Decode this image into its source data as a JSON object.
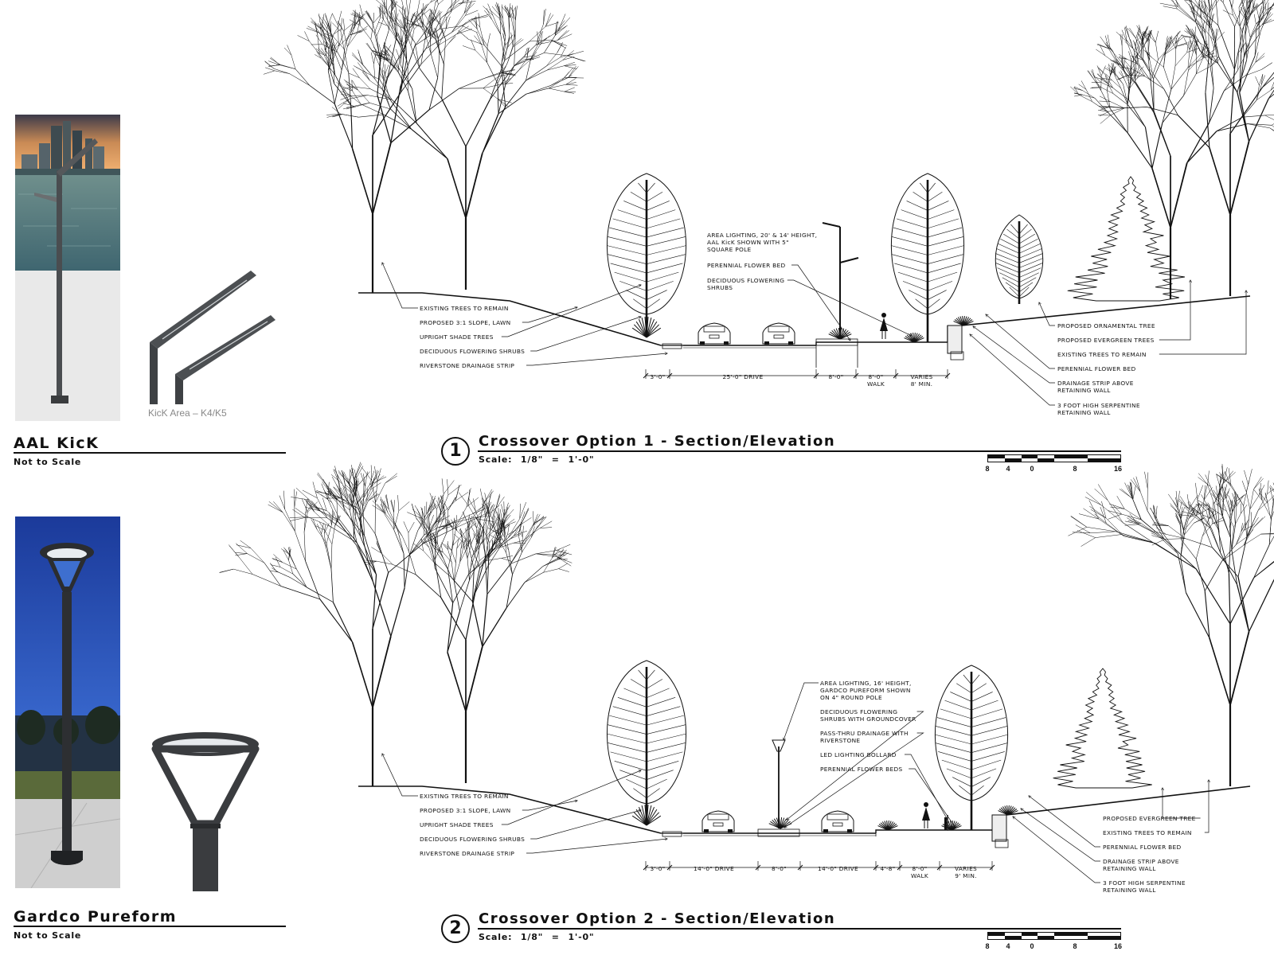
{
  "fixtures": [
    {
      "name": "AAL KicK",
      "scale_note": "Not to Scale",
      "caption": "KicK Area – K4/K5"
    },
    {
      "name": "Gardco Pureform",
      "scale_note": "Not to Scale"
    }
  ],
  "sections": [
    {
      "number": "1",
      "title": "Crossover Option 1 - Section/Elevation",
      "scale": "Scale:  1/8\" = 1'-0\"",
      "scalebar_labels": [
        "8",
        "4",
        "0",
        "8",
        "16"
      ],
      "left_notes": [
        "EXISTING TREES TO REMAIN",
        "PROPOSED 3:1 SLOPE, LAWN",
        "UPRIGHT SHADE TREES",
        "DECIDUOUS FLOWERING SHRUBS",
        "RIVERSTONE DRAINAGE STRIP"
      ],
      "center_notes": [
        [
          "AREA LIGHTING, 20' & 14' HEIGHT,",
          "AAL KicK SHOWN WITH 5\"",
          "SQUARE POLE"
        ],
        [
          "PERENNIAL FLOWER BED"
        ],
        [
          "DECIDUOUS FLOWERING",
          "SHRUBS"
        ]
      ],
      "right_notes": [
        [
          "PROPOSED ORNAMENTAL TREE"
        ],
        [
          "PROPOSED EVERGREEN TREES"
        ],
        [
          "EXISTING TREES TO REMAIN"
        ],
        [
          "PERENNIAL FLOWER BED"
        ],
        [
          "DRAINAGE STRIP ABOVE",
          "RETAINING WALL"
        ],
        [
          "3 FOOT HIGH SERPENTINE",
          "RETAINING WALL"
        ]
      ],
      "dimensions": [
        [
          "3'-0\""
        ],
        [
          "25'-0\" DRIVE"
        ],
        [
          "8'-0\""
        ],
        [
          "8'-0\"",
          "WALK"
        ],
        [
          "VARIES",
          "8' MIN."
        ]
      ]
    },
    {
      "number": "2",
      "title": "Crossover Option 2 - Section/Elevation",
      "scale": "Scale:  1/8\" = 1'-0\"",
      "scalebar_labels": [
        "8",
        "4",
        "0",
        "8",
        "16"
      ],
      "left_notes": [
        "EXISTING TREES TO REMAIN",
        "PROPOSED 3:1 SLOPE, LAWN",
        "UPRIGHT SHADE TREES",
        "DECIDUOUS FLOWERING SHRUBS",
        "RIVERSTONE DRAINAGE STRIP"
      ],
      "center_notes": [
        [
          "AREA LIGHTING, 16' HEIGHT,",
          "GARDCO PUREFORM SHOWN",
          "ON 4\" ROUND POLE"
        ],
        [
          "DECIDUOUS FLOWERING",
          "SHRUBS WITH GROUNDCOVER"
        ],
        [
          "PASS-THRU DRAINAGE WITH",
          "RIVERSTONE"
        ],
        [
          "LED LIGHTING BOLLARD"
        ],
        [
          "PERENNIAL FLOWER BEDS"
        ]
      ],
      "right_notes": [
        [
          "PROPOSED EVERGREEN TREE"
        ],
        [
          "EXISTING TREES TO REMAIN"
        ],
        [
          "PERENNIAL FLOWER BED"
        ],
        [
          "DRAINAGE STRIP ABOVE",
          "RETAINING WALL"
        ],
        [
          "3 FOOT HIGH SERPENTINE",
          "RETAINING WALL"
        ]
      ],
      "dimensions": [
        [
          "3'-0\""
        ],
        [
          "14'-0\" DRIVE"
        ],
        [
          "8'-0\""
        ],
        [
          "14'-0\" DRIVE"
        ],
        [
          "4'-8\""
        ],
        [
          "8'-0\"",
          "WALK"
        ],
        [
          "VARIES",
          "9' MIN."
        ]
      ]
    }
  ]
}
